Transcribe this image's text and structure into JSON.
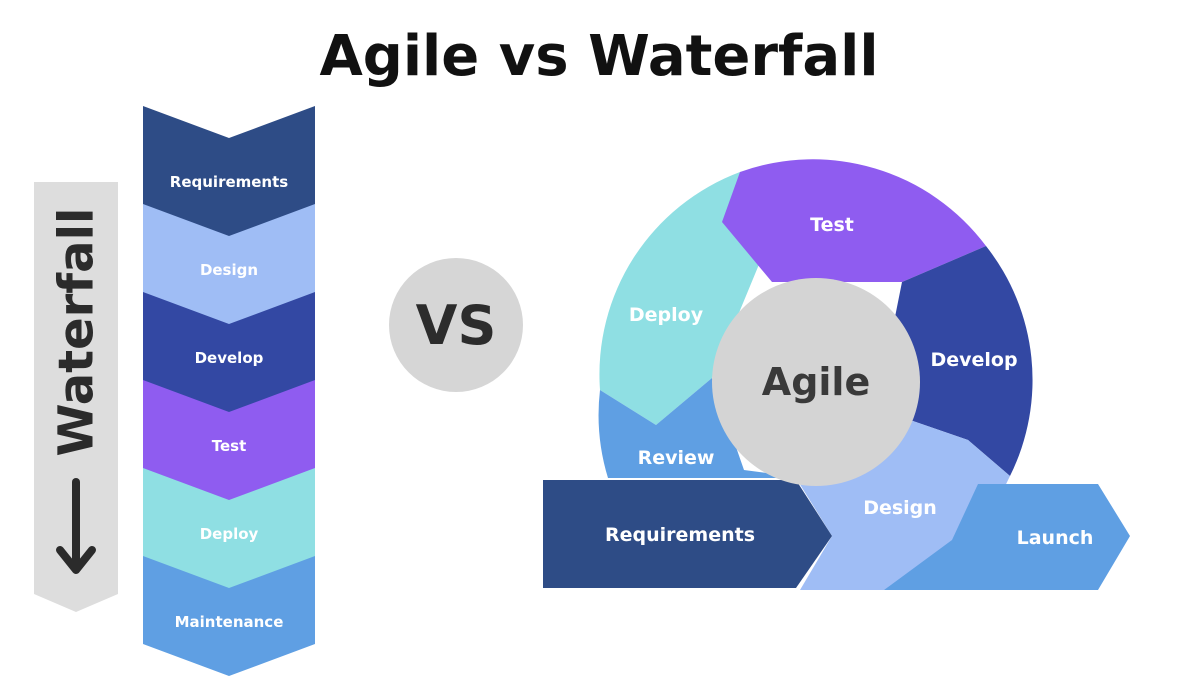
{
  "title": "Agile vs Waterfall",
  "waterfall": {
    "side_label": "Waterfall",
    "stages": [
      {
        "label": "Requirements",
        "color": "#2e4c86"
      },
      {
        "label": "Design",
        "color": "#9fbdf5"
      },
      {
        "label": "Develop",
        "color": "#3348a3"
      },
      {
        "label": "Test",
        "color": "#8f5cf0"
      },
      {
        "label": "Deploy",
        "color": "#8fdfe3"
      },
      {
        "label": "Maintenance",
        "color": "#5f9fe3"
      }
    ]
  },
  "vs_label": "VS",
  "agile": {
    "center_label": "Agile",
    "segments": {
      "test": {
        "label": "Test",
        "color": "#8f5cf0"
      },
      "develop": {
        "label": "Develop",
        "color": "#3348a3"
      },
      "design": {
        "label": "Design",
        "color": "#9fbdf5"
      },
      "review": {
        "label": "Review",
        "color": "#5f9fe3"
      },
      "deploy": {
        "label": "Deploy",
        "color": "#8fdfe3"
      },
      "requirements": {
        "label": "Requirements",
        "color": "#2e4c86"
      },
      "launch": {
        "label": "Launch",
        "color": "#5f9fe3"
      }
    }
  }
}
